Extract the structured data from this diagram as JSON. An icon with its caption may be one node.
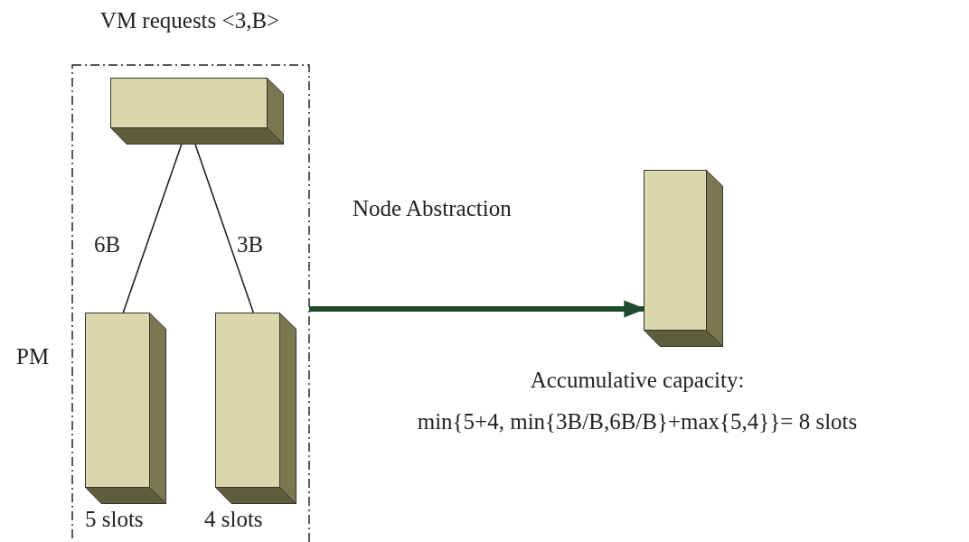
{
  "diagram": {
    "nodes": [
      {
        "text": [
          "VM requests <3,B>"
        ]
      },
      {
        "text": [],
        "shape": "box",
        "in": 0
      },
      {
        "text": [],
        "shape": "box",
        "in": 0,
        "beside": [
          "5 slots"
        ]
      },
      {
        "text": [],
        "shape": "box",
        "in": 0,
        "beside": [
          "4 slots"
        ]
      },
      {
        "text": [],
        "shape": "box",
        "beside": [
          "Accumulative capacity:",
          "min{5+4, min{3B/B,6B/B}+max{5,4}}= 8 slots"
        ]
      }
    ],
    "edges": [
      {
        "from": 1,
        "to": 2,
        "arrow": "none",
        "label": "6B"
      },
      {
        "from": 1,
        "to": 3,
        "arrow": "none",
        "label": "3B"
      },
      {
        "from": 0,
        "to": 4,
        "arrow": "to",
        "label": "Node Abstraction",
        "style": "thick",
        "color": "#1e4a2e"
      }
    ],
    "labels": [
      "PM"
    ]
  }
}
